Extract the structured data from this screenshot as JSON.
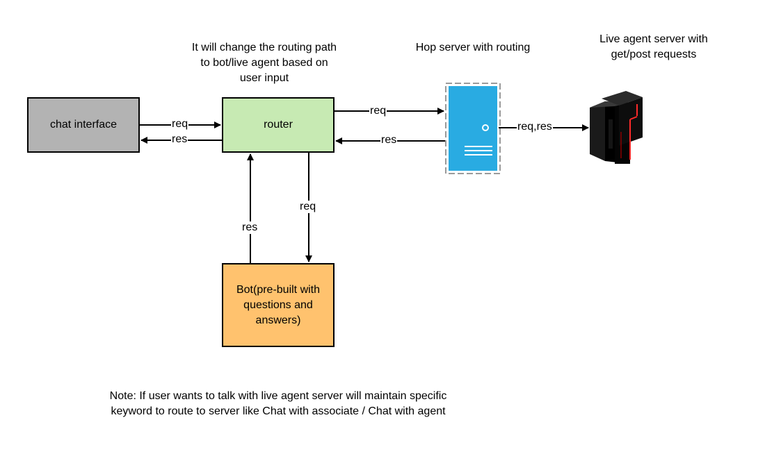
{
  "nodes": {
    "chat_interface": "chat interface",
    "router": "router",
    "bot": "Bot(pre-built with questions and answers)"
  },
  "captions": {
    "router_note": "It will change the routing path\nto bot/live agent based on\nuser input",
    "hop_server": "Hop server with routing",
    "live_agent_server": "Live agent server with\nget/post requests"
  },
  "edge_labels": {
    "chat_to_router": "req",
    "router_to_chat": "res",
    "router_to_hop": "req",
    "hop_to_router": "res",
    "hop_to_live": "req,res",
    "router_to_bot": "req",
    "bot_to_router": "res"
  },
  "icons": {
    "hop_server": "server-icon",
    "live_agent_server": "server-tower-icon"
  },
  "colors": {
    "chat_interface": "#b3b3b3",
    "router": "#c7eab3",
    "bot": "#ffc26e",
    "hop_server": "#29abe2"
  },
  "note": "Note: If user wants to talk with live agent  server will maintain specific\nkeyword to route to server like Chat with associate / Chat with agent"
}
